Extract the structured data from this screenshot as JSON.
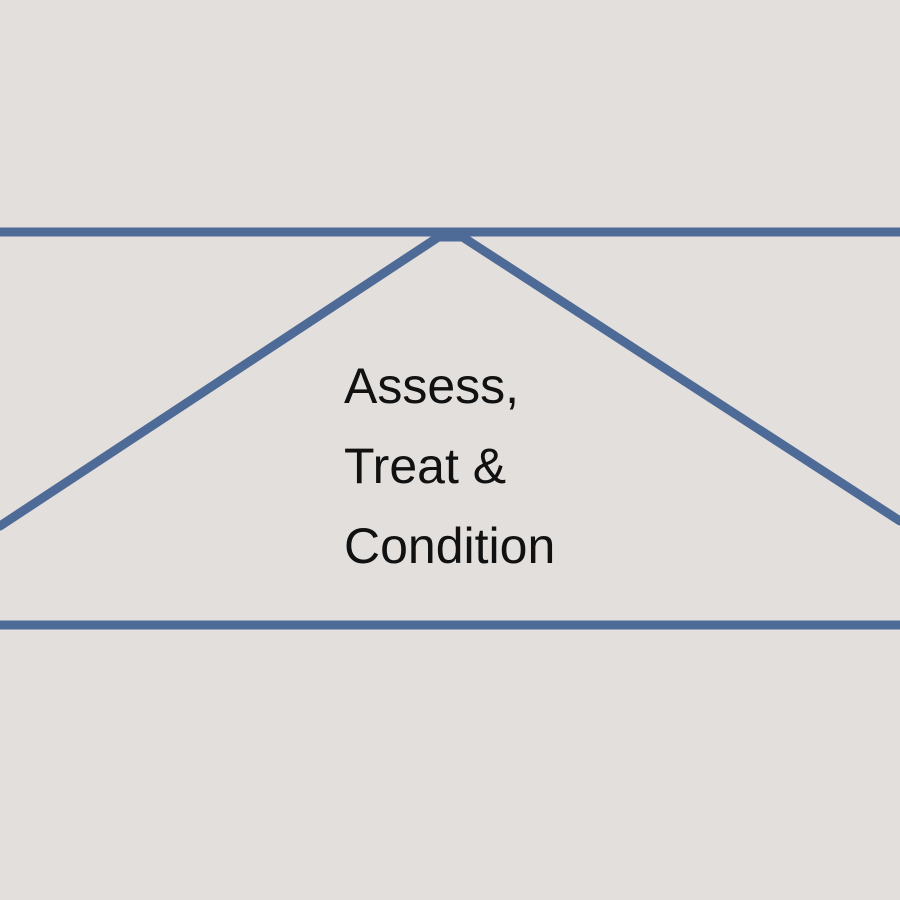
{
  "colors": {
    "background": "#e2dfdc",
    "line": "#4e6a96",
    "text": "#111111"
  },
  "label": {
    "lines": [
      "Assess,",
      "Treat &",
      "Condition"
    ]
  }
}
